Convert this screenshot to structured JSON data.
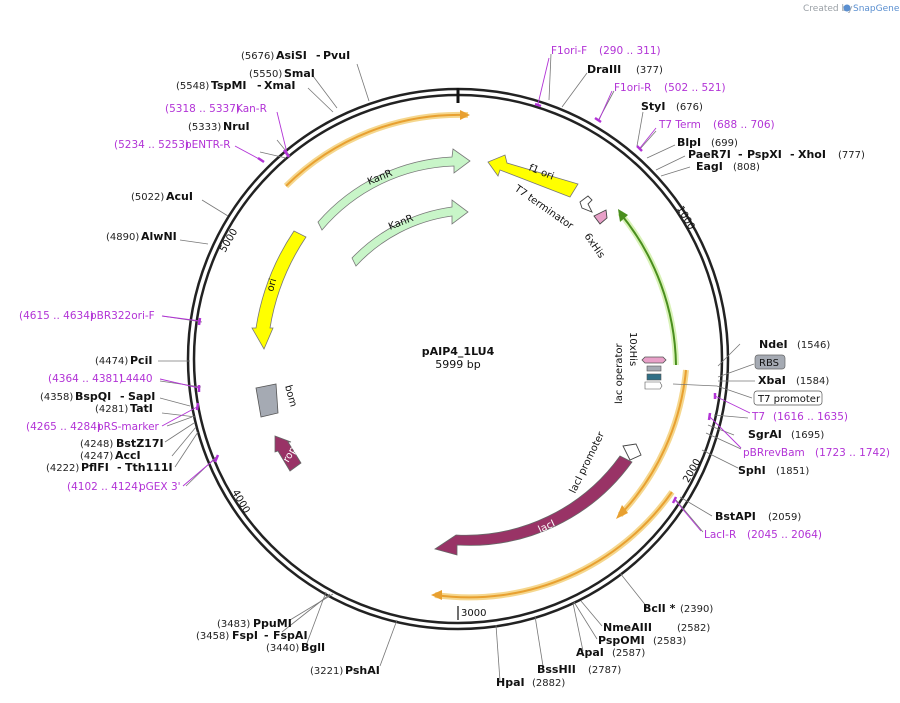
{
  "watermark": {
    "prefix": "Created by",
    "brand": "SnapGene"
  },
  "plasmid": {
    "name": "pAIP4_1LU4",
    "length_label": "5999 bp",
    "length": 5999
  },
  "ticks": [
    {
      "bp": 1000,
      "label": "1000"
    },
    {
      "bp": 2000,
      "label": "2000"
    },
    {
      "bp": 3000,
      "label": "3000"
    },
    {
      "bp": 4000,
      "label": "4000"
    },
    {
      "bp": 5000,
      "label": "5000"
    }
  ],
  "enzymes": [
    {
      "pos": "(5676)",
      "name": "AsiSI",
      "name2": "PvuI"
    },
    {
      "pos": "(5550)",
      "name": "SmaI"
    },
    {
      "pos": "(5548)",
      "name": "TspMI",
      "name2": "XmaI"
    },
    {
      "pos": "(5333)",
      "name": "NruI"
    },
    {
      "pos": "(5022)",
      "name": "AcuI"
    },
    {
      "pos": "(4890)",
      "name": "AlwNI"
    },
    {
      "pos": "(4474)",
      "name": "PciI"
    },
    {
      "pos": "(4358)",
      "name": "BspQI",
      "name2": "SapI"
    },
    {
      "pos": "(4281)",
      "name": "TatI"
    },
    {
      "pos": "(4248)",
      "name": "BstZ17I"
    },
    {
      "pos": "(4247)",
      "name": "AccI"
    },
    {
      "pos": "(4222)",
      "name": "PflFI",
      "name2": "Tth111I"
    },
    {
      "pos": "(377)",
      "name": "DraIII"
    },
    {
      "pos": "(676)",
      "name": "StyI"
    },
    {
      "pos": "(699)",
      "name": "BlpI"
    },
    {
      "pos": "(777)",
      "name": "PaeR7I",
      "name2": "PspXI",
      "name3": "XhoI"
    },
    {
      "pos": "(808)",
      "name": "EagI"
    },
    {
      "pos": "(1546)",
      "name": "NdeI"
    },
    {
      "pos": "(1584)",
      "name": "XbaI"
    },
    {
      "pos": "(1695)",
      "name": "SgrAI"
    },
    {
      "pos": "(1851)",
      "name": "SphI"
    },
    {
      "pos": "(2059)",
      "name": "BstAPI"
    },
    {
      "pos": "(2390)",
      "name": "BclI *"
    },
    {
      "pos": "(2582)",
      "name": "NmeAIII"
    },
    {
      "pos": "(2583)",
      "name": "PspOMI"
    },
    {
      "pos": "(2587)",
      "name": "ApaI"
    },
    {
      "pos": "(2787)",
      "name": "BssHII"
    },
    {
      "pos": "(2882)",
      "name": "HpaI"
    },
    {
      "pos": "(3483)",
      "name": "PpuMI"
    },
    {
      "pos": "(3458)",
      "name": "FspI",
      "name2": "FspAI"
    },
    {
      "pos": "(3440)",
      "name": "BglI"
    },
    {
      "pos": "(3221)",
      "name": "PshAI"
    }
  ],
  "primers": [
    {
      "name": "F1ori-F",
      "range": "(290 .. 311)"
    },
    {
      "name": "F1ori-R",
      "range": "(502 .. 521)"
    },
    {
      "name": "T7 Term",
      "range": "(688 .. 706)"
    },
    {
      "name": "T7",
      "range": "(1616 .. 1635)"
    },
    {
      "name": "pBRrevBam",
      "range": "(1723 .. 1742)"
    },
    {
      "name": "LacI-R",
      "range": "(2045 .. 2064)"
    },
    {
      "name": "Kan-R",
      "range": "(5318 .. 5337)"
    },
    {
      "name": "pENTR-R",
      "range": "(5234 .. 5253)"
    },
    {
      "name": "pBR322ori-F",
      "range": "(4615 .. 4634)"
    },
    {
      "name": "L4440",
      "range": "(4364 .. 4381)"
    },
    {
      "name": "pRS-marker",
      "range": "(4265 .. 4284)"
    },
    {
      "name": "pGEX 3'",
      "range": "(4102 .. 4124)"
    }
  ],
  "features": [
    {
      "label": "f1 ori",
      "color": "#ffff00"
    },
    {
      "label": "T7 terminator"
    },
    {
      "label": "6xHis"
    },
    {
      "label": "KanR",
      "color": "#c8f5c8"
    },
    {
      "label": "KanR",
      "color": "#c8f5c8"
    },
    {
      "label": "ori",
      "color": "#ffff00"
    },
    {
      "label": "bom"
    },
    {
      "label": "rop",
      "color": "#993366"
    },
    {
      "label": "lacI promoter"
    },
    {
      "label": "lacI",
      "color": "#993366"
    },
    {
      "label": "10xHis"
    },
    {
      "label": "lac operator"
    },
    {
      "label": "RBS"
    },
    {
      "label": "T7 promoter"
    }
  ],
  "colors": {
    "backbone": "#222222",
    "orf_orange": "#e8a030",
    "orf_green": "#8fd44c",
    "primer": "#b233d6",
    "feature_maroon": "#993366",
    "feature_yellow": "#ffff00",
    "feature_green": "#c8f5c8"
  }
}
